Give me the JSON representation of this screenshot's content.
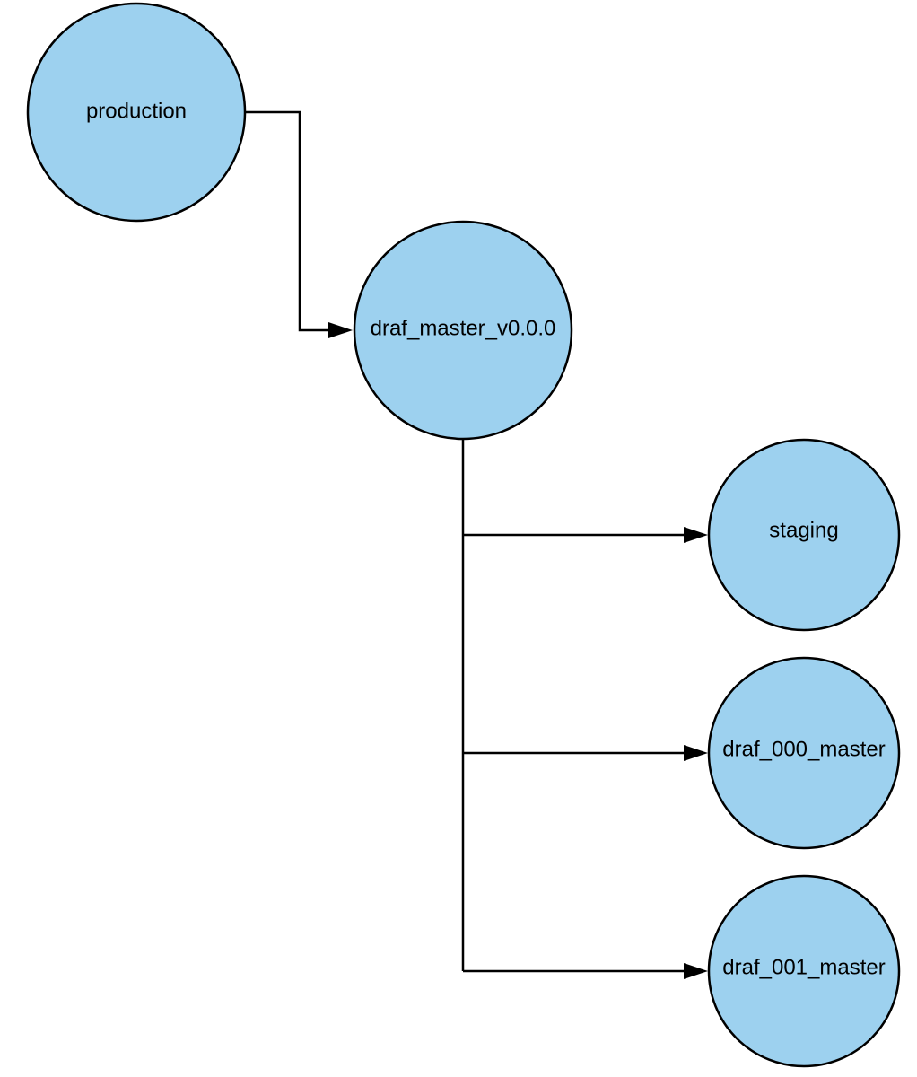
{
  "diagram": {
    "nodes": {
      "production": {
        "label": "production"
      },
      "draf_master_v000": {
        "label": "draf_master_v0.0.0"
      },
      "staging": {
        "label": "staging"
      },
      "draf_000_master": {
        "label": "draf_000_master"
      },
      "draf_001_master": {
        "label": "draf_001_master"
      }
    },
    "edges": [
      {
        "from": "production",
        "to": "draf_master_v0.0.0"
      },
      {
        "from": "draf_master_v0.0.0",
        "to": "staging"
      },
      {
        "from": "draf_master_v0.0.0",
        "to": "draf_000_master"
      },
      {
        "from": "draf_master_v0.0.0",
        "to": "draf_001_master"
      }
    ],
    "colors": {
      "node_fill": "#9dd1ef",
      "stroke": "#000000",
      "background": "#ffffff"
    }
  }
}
